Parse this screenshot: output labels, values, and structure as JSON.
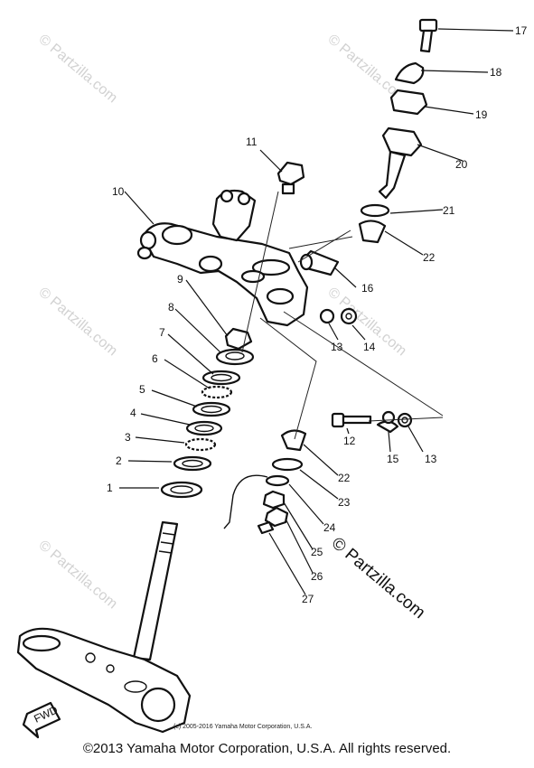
{
  "watermark_text": "© Partzilla.com",
  "watermark_main": "© Partzilla.com",
  "inner_copyright": "(c) 2005-2016 Yamaha Motor Corporation, U.S.A.",
  "fwd_label": "FWD",
  "copyright": "©2013 Yamaha Motor Corporation, U.S.A. All rights reserved.",
  "callouts": [
    "1",
    "2",
    "3",
    "4",
    "5",
    "6",
    "7",
    "8",
    "9",
    "10",
    "11",
    "12",
    "13",
    "14",
    "15",
    "16",
    "17",
    "18",
    "19",
    "20",
    "21",
    "22",
    "23",
    "24",
    "25",
    "26",
    "27"
  ],
  "callouts_extra": {
    "c22b": "22",
    "c13b": "13"
  }
}
